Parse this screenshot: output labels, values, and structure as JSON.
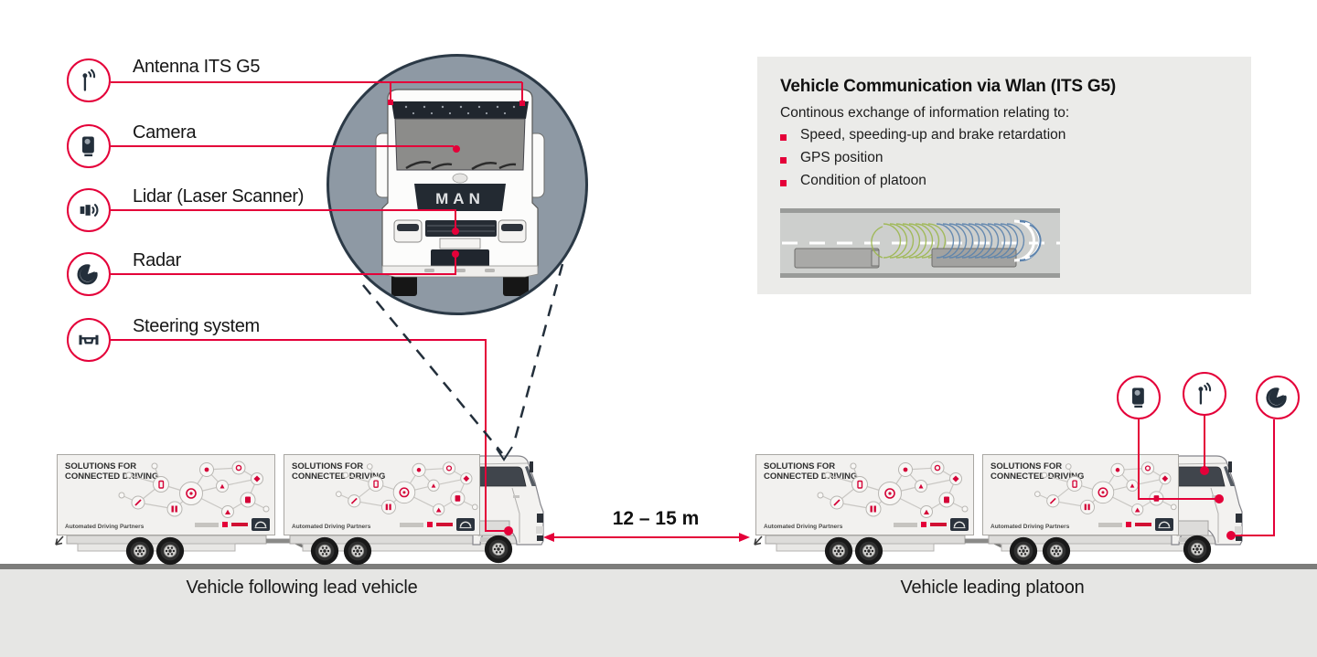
{
  "colors": {
    "accent": "#e40039",
    "dark": "#232f3b",
    "magnifier_fill": "#8e99a4",
    "magnifier_border": "#2b3946",
    "ground": "#e6e6e4",
    "road_line": "#7d7d7b",
    "info_box_bg": "#ebebe9"
  },
  "legend": {
    "items": [
      {
        "id": "antenna",
        "label": "Antenna ITS G5"
      },
      {
        "id": "camera",
        "label": "Camera"
      },
      {
        "id": "lidar",
        "label": "Lidar (Laser Scanner)"
      },
      {
        "id": "radar",
        "label": "Radar"
      },
      {
        "id": "steering",
        "label": "Steering system"
      }
    ]
  },
  "magnifier": {
    "truck_brand": "MAN"
  },
  "info_box": {
    "title": "Vehicle Communication via Wlan (ITS G5)",
    "intro": "Continous exchange of information relating to:",
    "bullets": [
      "Speed, speeding-up and brake retardation",
      "GPS position",
      "Condition of platoon"
    ]
  },
  "platoon": {
    "distance_label": "12 – 15 m",
    "left_caption": "Vehicle following lead vehicle",
    "right_caption": "Vehicle leading platoon"
  },
  "trailer_branding": {
    "title_line1": "SOLUTIONS FOR",
    "title_line2": "CONNECTED DRIVING",
    "footer": "Automated Driving Partners"
  }
}
